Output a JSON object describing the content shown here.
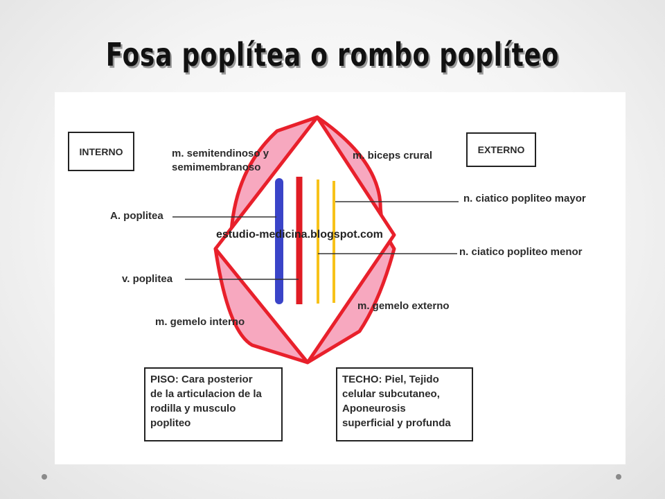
{
  "title": "Fosa poplítea o rombo poplíteo",
  "colors": {
    "outline": "#e8202b",
    "fill": "#f7a8bf",
    "artery": "#3a44c8",
    "vein": "#e01c24",
    "nerve": "#f7c21a"
  },
  "sides": {
    "internal": "INTERNO",
    "external": "EXTERNO"
  },
  "labels": {
    "semitendinoso_1": "m. semitendinoso y",
    "semitendinoso_2": "semimembranoso",
    "biceps": "m. biceps crural",
    "arteria": "A. poplitea",
    "vena": "v. poplitea",
    "gemelo_interno": "m. gemelo interno",
    "gemelo_externo": "m. gemelo externo",
    "ciatico_mayor": "n. ciatico popliteo mayor",
    "ciatico_menor": "n. ciatico popliteo menor",
    "watermark": "estudio-medicina.blogspot.com"
  },
  "boxes": {
    "piso": "PISO: Cara posterior\nde la articulacion de la\nrodilla y musculo\npopliteo",
    "techo": "TECHO: Piel, Tejido\ncelular subcutaneo,\nAponeurosis\nsuperficial y profunda"
  }
}
